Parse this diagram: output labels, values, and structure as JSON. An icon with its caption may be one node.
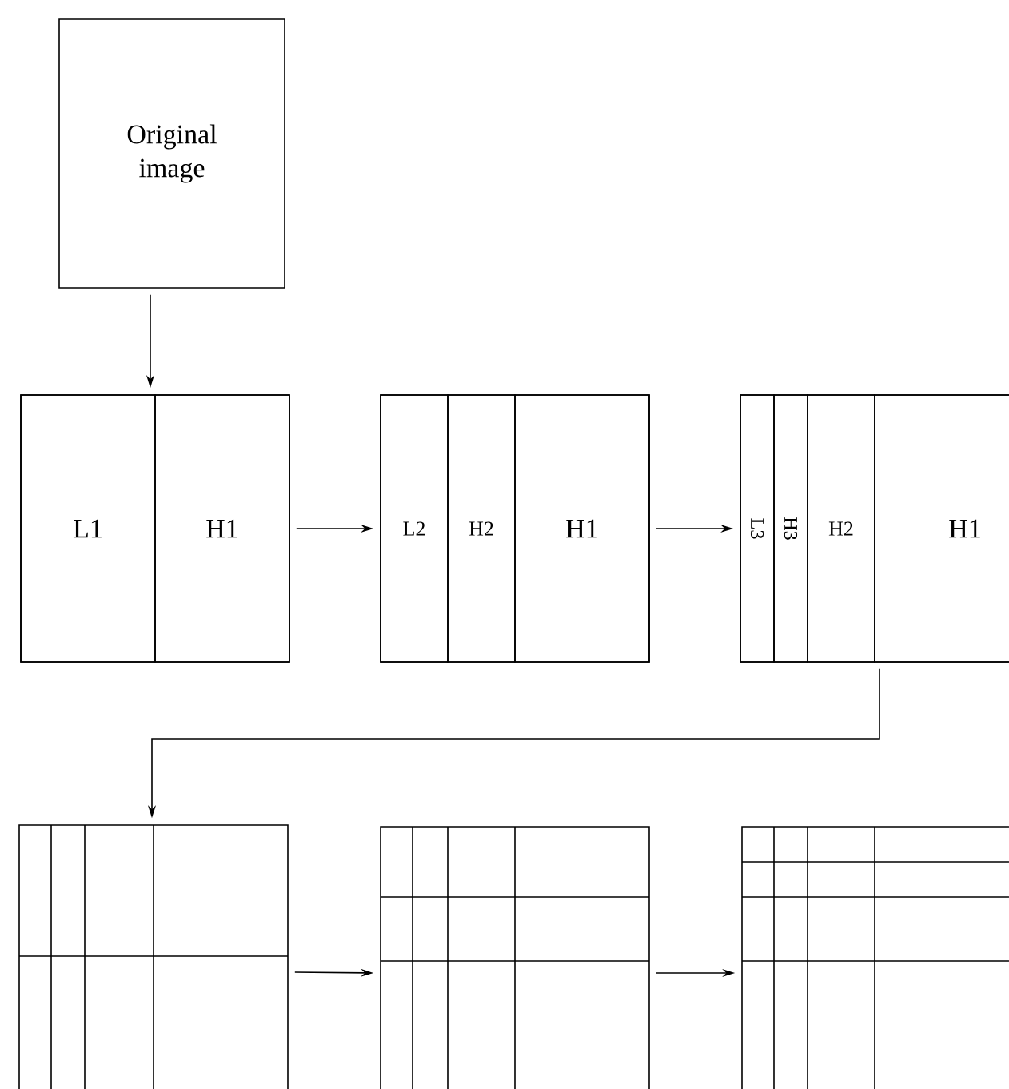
{
  "diagram": {
    "nodes": [
      {
        "text": [
          "Original image"
        ]
      },
      {
        "text": [],
        "shape": "box"
      },
      {
        "text": [
          "L1"
        ],
        "in": 1
      },
      {
        "text": [
          "H1"
        ],
        "in": 1
      },
      {
        "text": [],
        "shape": "box"
      },
      {
        "text": [
          "L2"
        ],
        "in": 4
      },
      {
        "text": [
          "H2"
        ],
        "in": 4
      },
      {
        "text": [
          "H1"
        ],
        "in": 4
      },
      {
        "text": [],
        "shape": "box"
      },
      {
        "text": [
          "L3"
        ],
        "in": 8
      },
      {
        "text": [
          "H3"
        ],
        "in": 8
      },
      {
        "text": [
          "H2"
        ],
        "in": 8
      },
      {
        "text": [
          "H1"
        ],
        "in": 8
      },
      {
        "text": [],
        "shape": "box"
      },
      {
        "text": [],
        "shape": "box"
      },
      {
        "text": [],
        "shape": "box"
      }
    ],
    "edges": [
      {
        "from": 0,
        "to": 1,
        "arrow": "to"
      },
      {
        "from": 1,
        "to": 4,
        "arrow": "to"
      },
      {
        "from": 4,
        "to": 8,
        "arrow": "to"
      },
      {
        "from": 8,
        "to": 13,
        "arrow": "to"
      },
      {
        "from": 13,
        "to": 14,
        "arrow": "to"
      },
      {
        "from": 14,
        "to": 15,
        "arrow": "to"
      }
    ]
  }
}
